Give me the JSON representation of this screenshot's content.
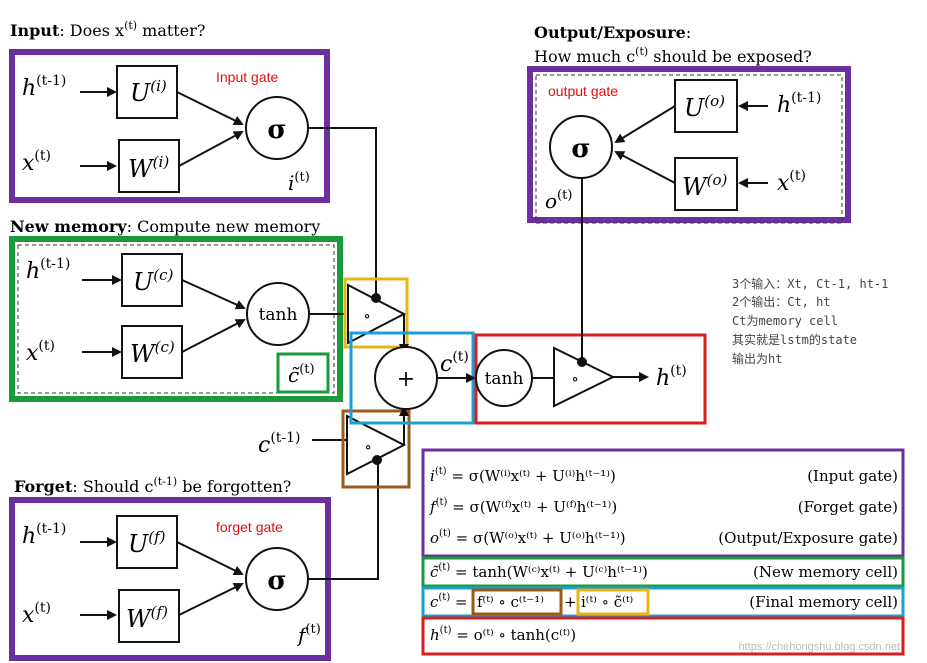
{
  "headers": {
    "input": {
      "bold": "Input",
      "rest": ": Does x",
      "sup": "(t)",
      "tail": " matter?"
    },
    "new_memory": {
      "bold": "New memory",
      "rest": ": Compute new memory"
    },
    "forget": {
      "bold": "Forget",
      "rest": ": Should c",
      "sup": "(t-1)",
      "tail": " be forgotten?"
    },
    "output": {
      "bold": "Output/Exposure",
      "rest": ":",
      "line2a": "How much c",
      "sup": "(t)",
      "line2b": " should be exposed?"
    }
  },
  "gate_labels": {
    "input": "Input gate",
    "output": "output gate",
    "forget": "forget gate"
  },
  "colors": {
    "purple": "#6b2fa0",
    "green": "#1a9a3a",
    "red": "#d81e1e",
    "blue": "#1aa0d8",
    "orange": "#d8a018",
    "brown": "#9a5a1a",
    "gate_label": "#e01010"
  },
  "nodes": {
    "h": "h",
    "x": "x",
    "c": "c",
    "tm1": "(t-1)",
    "t": "(t)",
    "U": "U",
    "W": "W",
    "ui": "(i)",
    "uc": "(c)",
    "uf": "(f)",
    "uo": "(o)",
    "sigma": "σ",
    "tanh": "tanh",
    "plus": "+",
    "circ": "∘",
    "i": "i",
    "f": "f",
    "o": "o",
    "ctilde": "c̃"
  },
  "notes": [
    "3个输入：Xt, Ct-1, ht-1",
    "2个输出：Ct, ht",
    "Ct为memory cell",
    "其实就是lstm的state",
    "输出为ht"
  ],
  "equations": [
    {
      "lhs": "i",
      "lhs_sup": "(t)",
      "rhs": "= σ(W⁽ⁱ⁾x⁽ᵗ⁾ + U⁽ⁱ⁾h⁽ᵗ⁻¹⁾)",
      "label": "(Input gate)"
    },
    {
      "lhs": "f",
      "lhs_sup": "(t)",
      "rhs": "= σ(W⁽ᶠ⁾x⁽ᵗ⁾ + U⁽ᶠ⁾h⁽ᵗ⁻¹⁾)",
      "label": "(Forget gate)"
    },
    {
      "lhs": "o",
      "lhs_sup": "(t)",
      "rhs": "= σ(W⁽ᵒ⁾x⁽ᵗ⁾ + U⁽ᵒ⁾h⁽ᵗ⁻¹⁾)",
      "label": "(Output/Exposure gate)"
    },
    {
      "lhs": "c̃",
      "lhs_sup": "(t)",
      "rhs": "= tanh(W⁽ᶜ⁾x⁽ᵗ⁾ + U⁽ᶜ⁾h⁽ᵗ⁻¹⁾)",
      "label": "(New memory cell)"
    },
    {
      "lhs": "c",
      "lhs_sup": "(t)",
      "rhs_a": "= ",
      "rhs_b": "f⁽ᵗ⁾ ∘ c⁽ᵗ⁻¹⁾",
      "rhs_c": " + ",
      "rhs_d": "i⁽ᵗ⁾ ∘ c̃⁽ᵗ⁾",
      "label": "(Final memory cell)"
    },
    {
      "lhs": "h",
      "lhs_sup": "(t)",
      "rhs": "= o⁽ᵗ⁾ ∘ tanh(c⁽ᵗ⁾)",
      "label": ""
    }
  ],
  "watermark": "https://chehongshu.blog.csdn.net"
}
